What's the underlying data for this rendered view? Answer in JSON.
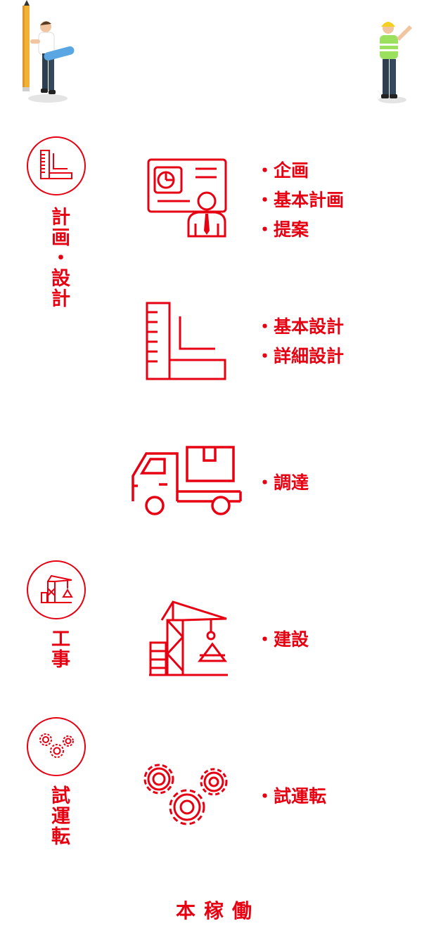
{
  "colors": {
    "accent": "#e60012"
  },
  "phases": [
    {
      "icon": "ruler-square-icon",
      "label": "計画・設計"
    },
    {
      "icon": "crane-icon",
      "label": "工事"
    },
    {
      "icon": "gears-icon",
      "label": "試運転"
    }
  ],
  "steps": [
    {
      "icon": "presentation-board-icon",
      "items": [
        "・企画",
        "・基本計画",
        "・提案"
      ]
    },
    {
      "icon": "ruler-square-icon",
      "items": [
        "・基本設計",
        "・詳細設計"
      ]
    },
    {
      "icon": "delivery-truck-icon",
      "items": [
        "・調達"
      ]
    },
    {
      "icon": "crane-icon",
      "items": [
        "・建設"
      ]
    },
    {
      "icon": "gears-icon",
      "items": [
        "・試運転"
      ]
    }
  ],
  "footer": "本稼働"
}
